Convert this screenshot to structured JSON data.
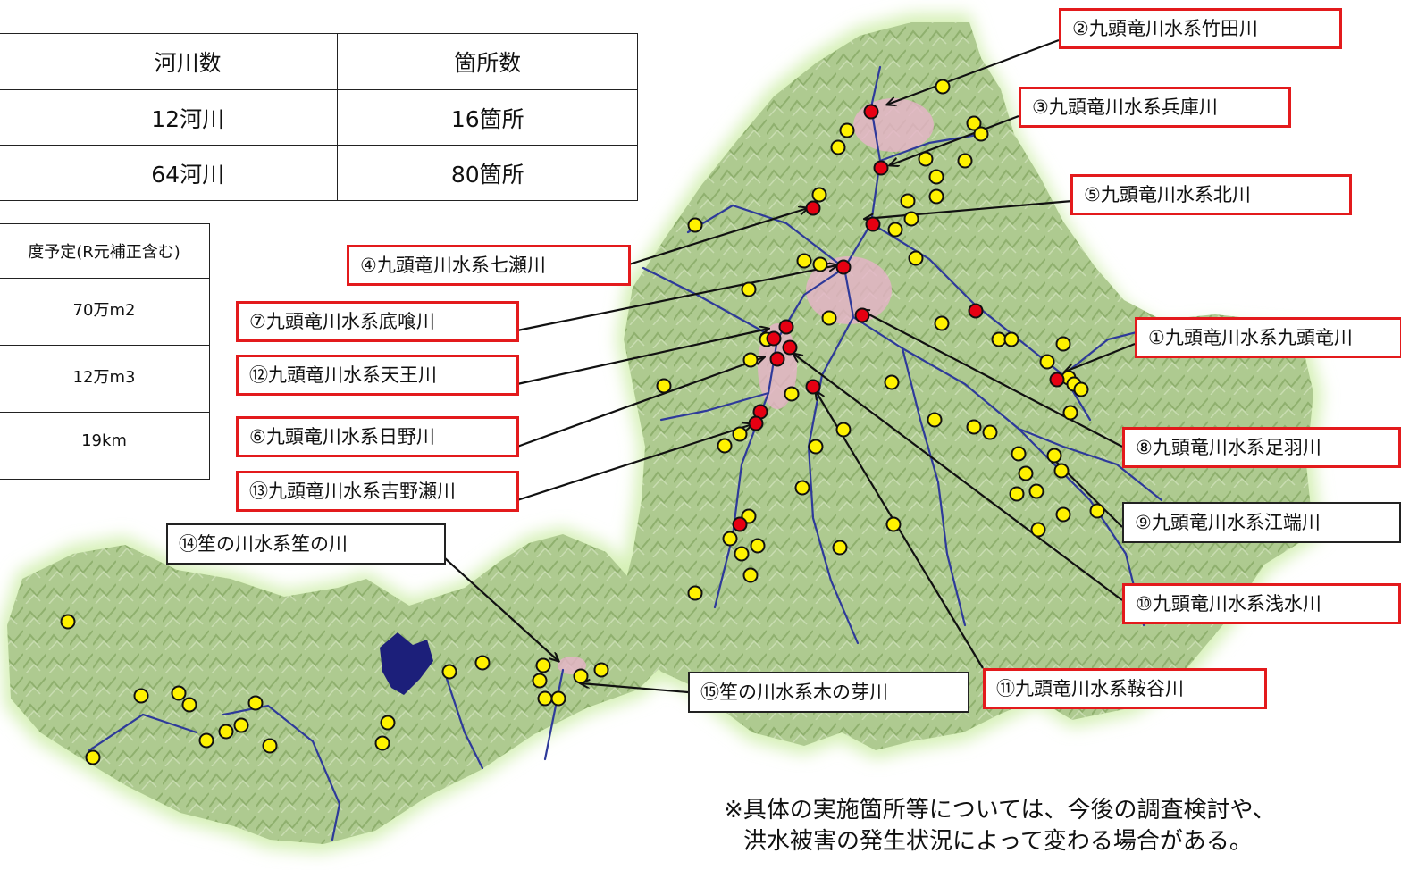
{
  "count_table": {
    "headers": [
      "",
      "河川数",
      "箇所数"
    ],
    "rows": [
      {
        "label": "",
        "rivers": "12河川",
        "sites": "16箇所"
      },
      {
        "label": "",
        "rivers": "64河川",
        "sites": "80箇所"
      }
    ]
  },
  "plan_table": {
    "header": "度予定(R元補正含む)",
    "rows": [
      "70万m2",
      "12万m3",
      "19km"
    ]
  },
  "labels": [
    {
      "id": "1",
      "text": "①九頭竜川水系九頭竜川",
      "color": "red"
    },
    {
      "id": "2",
      "text": "②九頭竜川水系竹田川",
      "color": "red"
    },
    {
      "id": "3",
      "text": "③九頭竜川水系兵庫川",
      "color": "red"
    },
    {
      "id": "4",
      "text": "④九頭竜川水系七瀬川",
      "color": "red"
    },
    {
      "id": "5",
      "text": "⑤九頭竜川水系北川",
      "color": "red"
    },
    {
      "id": "6",
      "text": "⑥九頭竜川水系日野川",
      "color": "red"
    },
    {
      "id": "7",
      "text": "⑦九頭竜川水系底喰川",
      "color": "red"
    },
    {
      "id": "8",
      "text": "⑧九頭竜川水系足羽川",
      "color": "red"
    },
    {
      "id": "9",
      "text": "⑨九頭竜川水系江端川",
      "color": "black"
    },
    {
      "id": "10",
      "text": "⑩九頭竜川水系浅水川",
      "color": "red"
    },
    {
      "id": "11",
      "text": "⑪九頭竜川水系鞍谷川",
      "color": "red"
    },
    {
      "id": "12",
      "text": "⑫九頭竜川水系天王川",
      "color": "red"
    },
    {
      "id": "13",
      "text": "⑬九頭竜川水系吉野瀬川",
      "color": "red"
    },
    {
      "id": "14",
      "text": "⑭笙の川水系笙の川",
      "color": "black"
    },
    {
      "id": "15",
      "text": "⑮笙の川水系木の芽川",
      "color": "black"
    }
  ],
  "note": {
    "line1": "※具体の実施箇所等については、今後の調査検討や、",
    "line2": "洪水被害の発生状況によって変わる場合がある。"
  },
  "colors": {
    "label_border_red": "#e31a1c",
    "marker_red": "#e60012",
    "marker_yellow": "#fff200",
    "land": "#b5d39a",
    "land_glow": "#d5f0b6",
    "river": "#2e3a9a",
    "lake": "#1c1f7a"
  }
}
